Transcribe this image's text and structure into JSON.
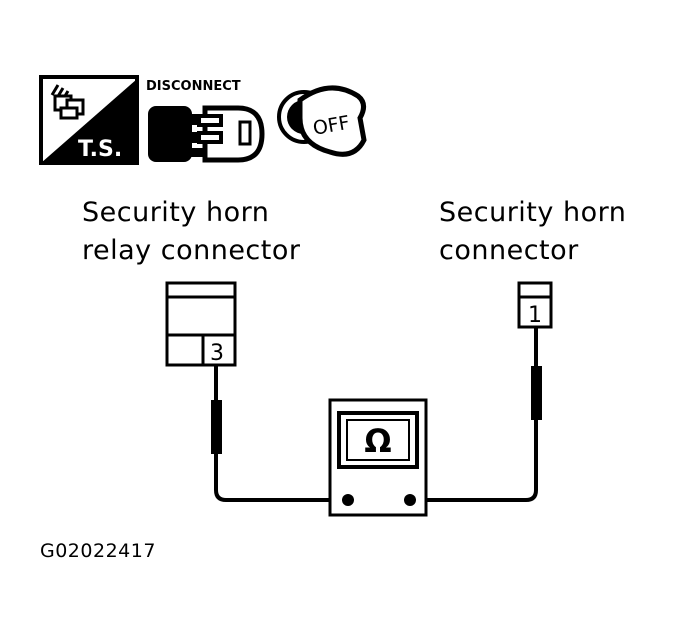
{
  "icons": {
    "ts": {
      "name": "ts-icon",
      "text": "T.S."
    },
    "disconnect": {
      "name": "disconnect-connector-icon",
      "text": "DISCONNECT"
    },
    "ignition": {
      "name": "ignition-key-off-icon",
      "text": "OFF"
    }
  },
  "labels": {
    "relay_line1": "Security horn",
    "relay_line2": "relay connector",
    "horn_line1": "Security horn",
    "horn_line2": "connector"
  },
  "terminals": {
    "relay_pin": "3",
    "horn_pin": "1"
  },
  "meter": {
    "symbol": "Ω",
    "icon": "ohmmeter-icon"
  },
  "figure_code": "G02022417"
}
